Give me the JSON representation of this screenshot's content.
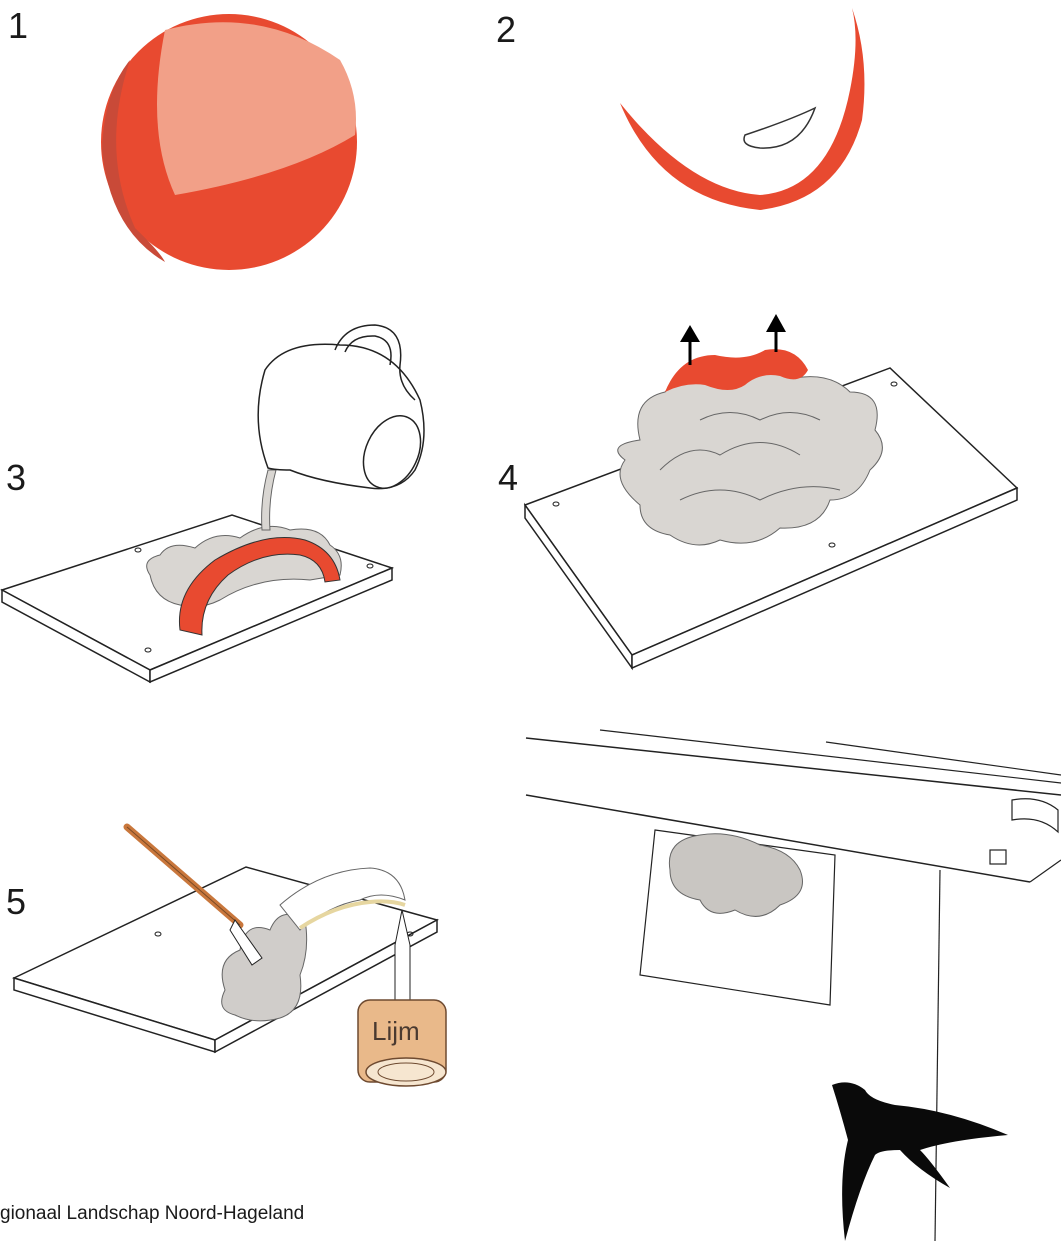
{
  "steps": [
    "1",
    "2",
    "3",
    "4",
    "5"
  ],
  "glue_label": "Lijm",
  "credit": "gionaal Landschap Noord-Hageland",
  "colors": {
    "clay_red": "#e84a30",
    "clay_light": "#f2a088",
    "clay_shade": "#c94a38",
    "plaster_grey": "#d9d6d2",
    "outline": "#222222",
    "glue_bottle": "#e9b98a",
    "brush_handle": "#c9773c",
    "swift": "#0a0a0a"
  },
  "icons": [
    "clay-ball-icon",
    "clay-half-shell-icon",
    "jug-icon",
    "arrow-up-icon",
    "brush-icon",
    "glue-bottle-icon",
    "swift-bird-icon"
  ]
}
